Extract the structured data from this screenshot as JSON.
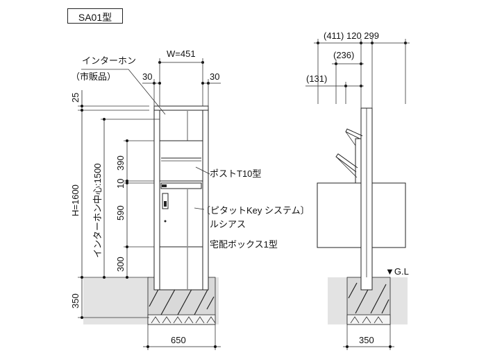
{
  "model_label": "SA01型",
  "front_view": {
    "width_label": "W=451",
    "offset_left": "30",
    "offset_right": "30",
    "intercom_label_1": "インターホン",
    "intercom_label_2": "（市販品）",
    "post_label": "ポストT10型",
    "system_label_1": "〔ピタットKey システム〕",
    "system_label_2": "ルシアス",
    "system_label_3": "宅配ボックス1型",
    "dim_top": "25",
    "dim_height": "H=1600",
    "dim_intercom_center": "インターホン中心:1500",
    "dim_390": "390",
    "dim_10": "10",
    "dim_590": "590",
    "dim_300": "300",
    "dim_350": "350",
    "base_width": "650"
  },
  "side_view": {
    "dim_top_row": "(411) 120 299",
    "dim_236": "(236)",
    "dim_131": "(131)",
    "ground_label": "▼G.L",
    "base_width": "350"
  }
}
